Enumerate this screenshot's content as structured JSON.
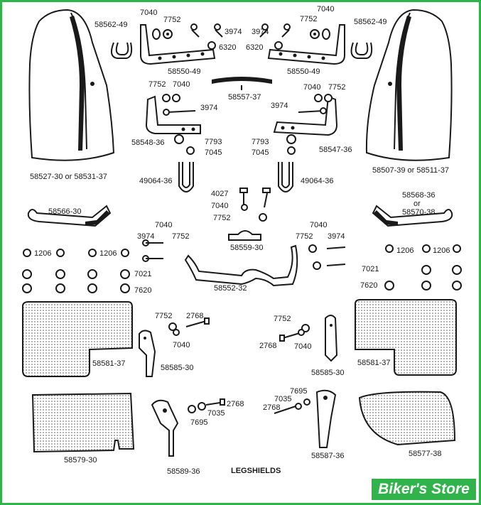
{
  "title": "LEGSHIELDS",
  "watermark": "Biker's Store",
  "colors": {
    "border": "#2fb34a",
    "ink": "#1a1a1a",
    "watermark_bg": "#2fb34a"
  },
  "callouts": [
    "7040",
    "7752",
    "58562-49",
    "3974",
    "6320",
    "58550-49",
    "7040",
    "7752",
    "3974",
    "58562-49",
    "6320",
    "58550-49",
    "58557-37",
    "7752",
    "7040",
    "3974",
    "58548-36",
    "7793",
    "7045",
    "7040",
    "7752",
    "3974",
    "7793",
    "7045",
    "58547-36",
    "58527-30 or 58531-37",
    "58507-39 or 58511-37",
    "49064-36",
    "49064-36",
    "4027",
    "7040",
    "7752",
    "58566-30",
    "58568-36",
    "or",
    "58570-38",
    "7040",
    "3974",
    "7752",
    "58559-30",
    "7040",
    "7752",
    "3974",
    "1206",
    "1206",
    "1206",
    "1206",
    "7021",
    "7620",
    "7021",
    "7620",
    "58552-32",
    "7752",
    "2768",
    "7040",
    "7752",
    "2768",
    "7040",
    "58585-30",
    "58585-30",
    "58581-37",
    "58581-37",
    "2768",
    "7035",
    "7695",
    "7695",
    "7035",
    "2768",
    "58579-30",
    "58589-36",
    "58587-36",
    "58577-38"
  ]
}
